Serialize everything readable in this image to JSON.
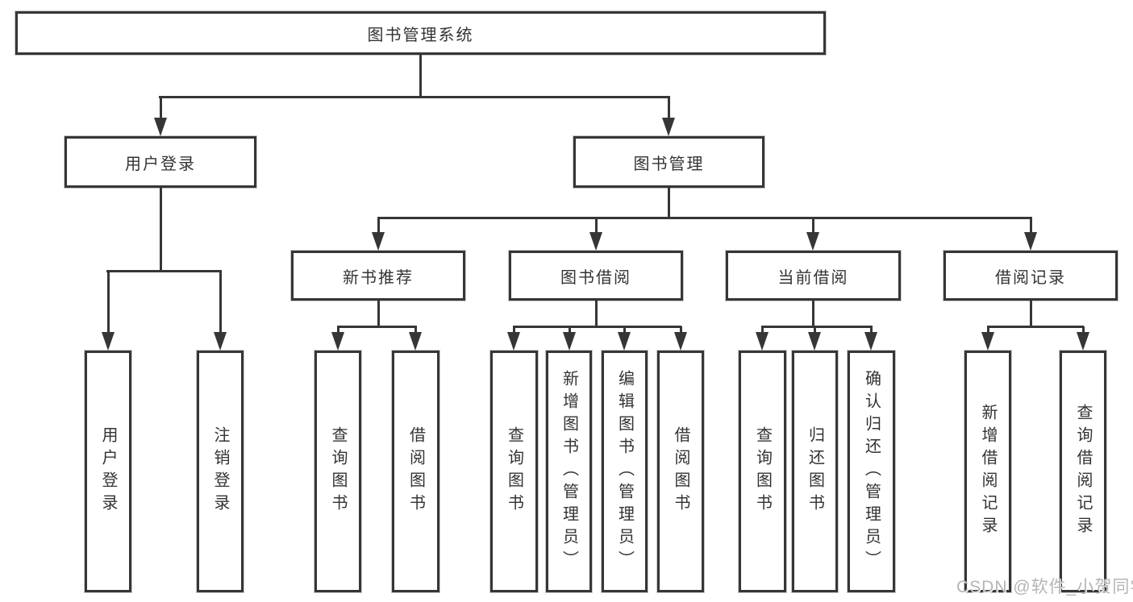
{
  "tree": {
    "root": {
      "label": "图书管理系统"
    },
    "branches": [
      {
        "label": "用户登录",
        "children": [
          {
            "label": "用户登录"
          },
          {
            "label": "注销登录"
          }
        ]
      },
      {
        "label": "图书管理",
        "children": [
          {
            "label": "新书推荐",
            "children": [
              {
                "label": "查询图书"
              },
              {
                "label": "借阅图书"
              }
            ]
          },
          {
            "label": "图书借阅",
            "children": [
              {
                "label": "查询图书"
              },
              {
                "label": "新增图书（管理员）"
              },
              {
                "label": "编辑图书（管理员）"
              },
              {
                "label": "借阅图书"
              }
            ]
          },
          {
            "label": "当前借阅",
            "children": [
              {
                "label": "查询图书"
              },
              {
                "label": "归还图书"
              },
              {
                "label": "确认归还（管理员）"
              }
            ]
          },
          {
            "label": "借阅记录",
            "children": [
              {
                "label": "新增借阅记录"
              },
              {
                "label": "查询借阅记录"
              }
            ]
          }
        ]
      }
    ]
  },
  "watermark": {
    "text": "CSDN @软件_小贺同学"
  },
  "colors": {
    "line": "#363636",
    "box_border": "#363636",
    "text": "#333333",
    "watermark": "#b5b5b5",
    "background": "#ffffff"
  }
}
